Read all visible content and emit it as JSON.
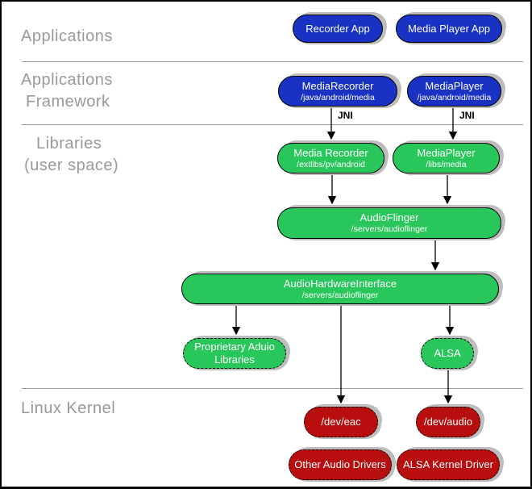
{
  "colors": {
    "blue": "#1932c3",
    "green": "#29c65b",
    "red": "#b90e0e",
    "shadow": "#bdbdbd",
    "line": "#999999",
    "label": "#999999"
  },
  "layers": {
    "applications": "Applications",
    "framework_line1": "Applications",
    "framework_line2": "Framework",
    "libraries_line1": "Libraries",
    "libraries_line2": "(user space)",
    "kernel": "Linux Kernel"
  },
  "connectors": {
    "jni_left": "JNI",
    "jni_right": "JNI"
  },
  "boxes": {
    "recorder_app": {
      "title": "Recorder App"
    },
    "media_player_app": {
      "title": "Media Player App"
    },
    "media_recorder_fw": {
      "title": "MediaRecorder",
      "subtitle": "/java/android/media"
    },
    "media_player_fw": {
      "title": "MediaPlayer",
      "subtitle": "/java/android/media"
    },
    "media_recorder_lib": {
      "title": "Media Recorder",
      "subtitle": "/extlibs/pv/android"
    },
    "media_player_lib": {
      "title": "MediaPlayer",
      "subtitle": "/libs/media"
    },
    "audio_flinger": {
      "title": "AudioFlinger",
      "subtitle": "/servers/audioflinger"
    },
    "audio_hw_interface": {
      "title": "AudioHardwareInterface",
      "subtitle": "/servers/audioflinger"
    },
    "proprietary_audio": {
      "title": "Proprietary Aduio",
      "title2": "Libraries"
    },
    "alsa": {
      "title": "ALSA"
    },
    "dev_eac": {
      "title": "/dev/eac"
    },
    "dev_audio": {
      "title": "/dev/audio"
    },
    "other_audio_drivers": {
      "title": "Other Audio Drivers"
    },
    "alsa_kernel_driver": {
      "title": "ALSA Kernel Driver"
    }
  }
}
